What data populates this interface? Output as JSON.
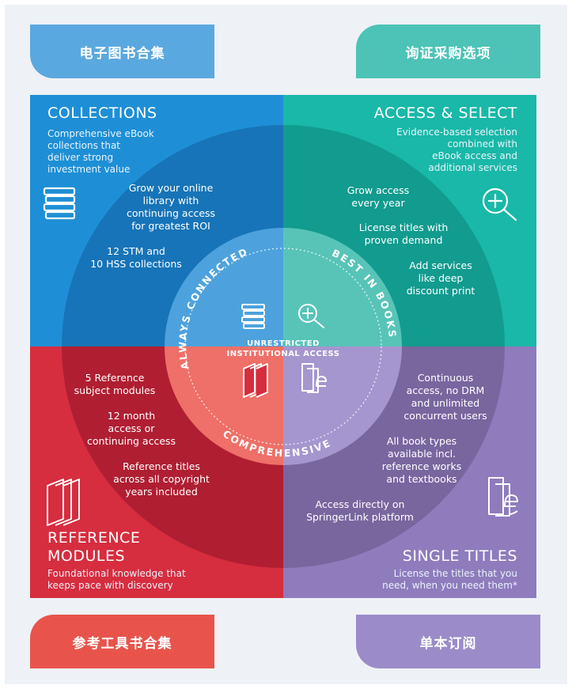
{
  "tags": {
    "top_left": "电子图书合集",
    "top_right": "询证采购选项",
    "bottom_left": "参考工具书合集",
    "bottom_right": "单本订阅"
  },
  "collections": {
    "title": "COLLECTIONS",
    "desc": [
      "Comprehensive eBook",
      "collections that",
      "deliver strong",
      "investment value"
    ],
    "feat1": [
      "Grow your online",
      "library with",
      "continuing access",
      "for greatest ROI"
    ],
    "feat2": [
      "12 STM and",
      "10 HSS collections"
    ]
  },
  "access_select": {
    "title": "ACCESS & SELECT",
    "desc": [
      "Evidence-based selection",
      "combined with",
      "eBook access and",
      "additional services"
    ],
    "feat1": [
      "Grow access",
      "every year"
    ],
    "feat2": [
      "License titles with",
      "proven demand"
    ],
    "feat3": [
      "Add services",
      "like deep",
      "discount print"
    ]
  },
  "reference": {
    "title": [
      "REFERENCE",
      "MODULES"
    ],
    "desc": [
      "Foundational knowledge that",
      "keeps pace with discovery"
    ],
    "feat1": [
      "5 Reference",
      "subject modules"
    ],
    "feat2": [
      "12 month",
      "access or",
      "continuing access"
    ],
    "feat3": [
      "Reference titles",
      "across all copyright",
      "years included"
    ]
  },
  "single_titles": {
    "title": "SINGLE TITLES",
    "desc": [
      "License the titles that you",
      "need, when you need them*"
    ],
    "feat1": [
      "Continuous",
      "access, no DRM",
      "and unlimited",
      "concurrent users"
    ],
    "feat2": [
      "All book types",
      "available incl.",
      "reference works",
      "and textbooks"
    ],
    "feat3": [
      "Access directly on",
      "SpringerLink platform"
    ]
  },
  "center": {
    "label": [
      "UNRESTRICTED",
      "INSTITUTIONAL ACCESS"
    ],
    "arc_always": "ALWAYS CONNECTED",
    "arc_best": "BEST IN BOOKS",
    "arc_comp": "COMPREHENSIVE"
  },
  "icons": {
    "collections": "book-stack-icon",
    "access": "magnify-plus-icon",
    "reference": "books-icon",
    "single": "ebook-e-icon"
  },
  "colors": {
    "collections": "#1e8fd6",
    "access_select": "#19b8a8",
    "reference": "#d62d3f",
    "single_titles": "#8e7cbd"
  }
}
